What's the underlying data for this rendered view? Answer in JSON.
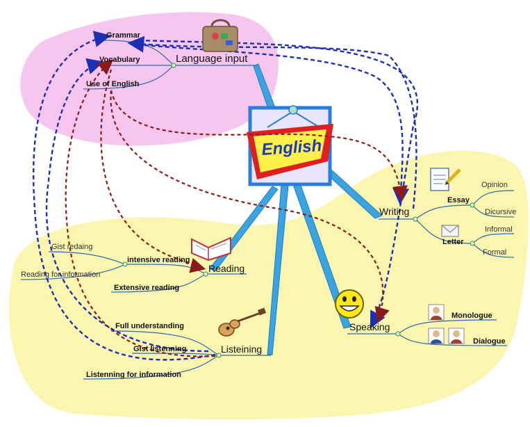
{
  "center": {
    "title": "English"
  },
  "branches": {
    "language_input": {
      "label": "Language input",
      "items": [
        "Grammar",
        "Vocabulary",
        "Use of English"
      ]
    },
    "reading": {
      "label": "Reading",
      "items": [
        "Gist redaing",
        "Reading for information",
        "intensive reading",
        "Extensive reading"
      ]
    },
    "listening": {
      "label": "Listeining",
      "items": [
        "Full understanding",
        "Gist listenning",
        "Listenning for information"
      ]
    },
    "writing": {
      "label": "Writing",
      "essay": "Essay",
      "essay_items": [
        "Opinion",
        "Dicursive"
      ],
      "letter": "Letter",
      "letter_items": [
        "Informal",
        "Formal"
      ]
    },
    "speaking": {
      "label": "Speaking",
      "items": [
        "Monologue",
        "Dialogue"
      ]
    }
  },
  "colors": {
    "pink_region": "#f7c6ee",
    "yellow_region": "#faf6b0",
    "branch": "#3aa3e0",
    "line": "#2d6bb0",
    "frame_blue": "#2a7dd8",
    "frame_red": "#e02020",
    "frame_yellow": "#fff04a",
    "blue_arrow": "#1c2fb5",
    "red_arrow": "#8b1a1a"
  },
  "icons": [
    "suitcase-icon",
    "book-icon",
    "guitar-icon",
    "smiley-icon",
    "notepad-pencil-icon",
    "envelope-icon",
    "person-icon"
  ]
}
